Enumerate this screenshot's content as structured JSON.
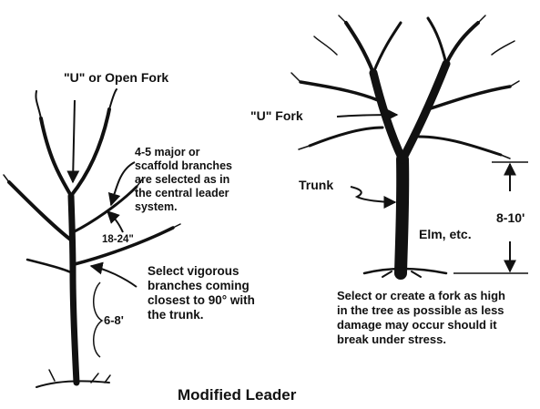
{
  "left": {
    "open_fork_label": "\"U\" or Open Fork",
    "scaffold_lines": [
      "4-5 major or",
      "scaffold branches",
      "are selected as in",
      "the central leader",
      "system."
    ],
    "spacing_label": "18-24\"",
    "vigorous_lines": [
      "Select vigorous",
      "branches coming",
      "closest to 90° with",
      "the trunk."
    ],
    "height_label": "6-8'"
  },
  "right": {
    "fork_label": "\"U\"  Fork",
    "trunk_label": "Trunk",
    "tree_type_label": "Elm, etc.",
    "height_label": "8-10'",
    "note_lines": [
      "Select or create a fork as high",
      "in the tree as possible as less",
      "damage may occur should it",
      "break under stress."
    ]
  },
  "caption": "Modified Leader"
}
